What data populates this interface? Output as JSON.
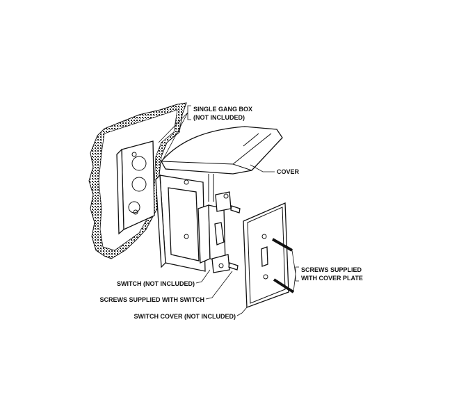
{
  "labels": {
    "gang_box_line1": "SINGLE GANG BOX",
    "gang_box_line2": "(NOT INCLUDED)",
    "cover": "COVER",
    "cover_screws_line1": "SCREWS SUPPLIED",
    "cover_screws_line2": "WITH COVER PLATE",
    "switch": "SWITCH (NOT INCLUDED)",
    "switch_screws": "SCREWS SUPPLIED WITH SWITCH",
    "switch_cover": "SWITCH COVER (NOT INCLUDED)"
  }
}
